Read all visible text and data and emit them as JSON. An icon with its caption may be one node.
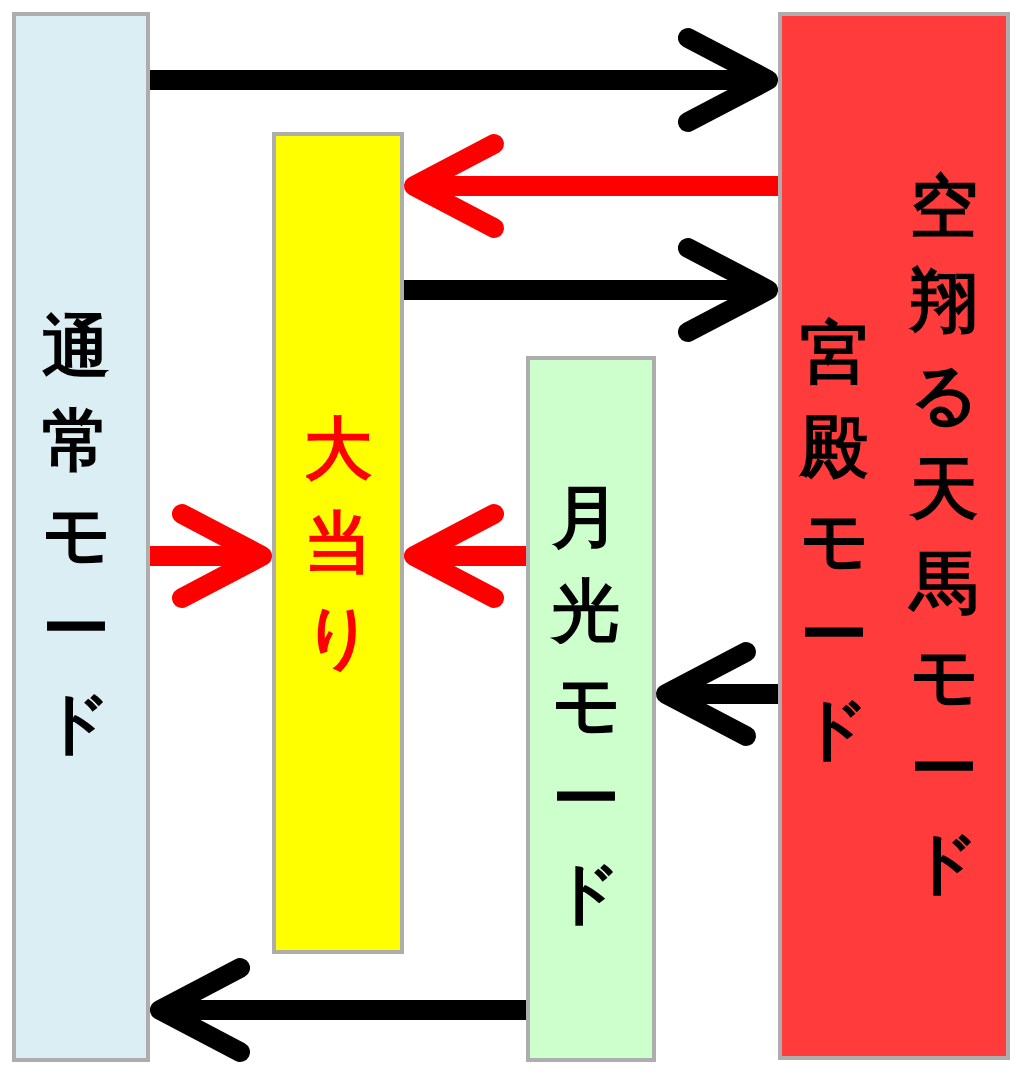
{
  "diagram": {
    "nodes": [
      {
        "text": [
          "通常モード"
        ]
      },
      {
        "text": [
          "大当り"
        ]
      },
      {
        "text": [
          "月光モード"
        ]
      },
      {
        "text": [
          "宮殿モード",
          "空翔る天馬モード"
        ]
      }
    ],
    "edges": [
      {
        "from": 0,
        "to": 3,
        "arrow": "to"
      },
      {
        "from": 3,
        "to": 1,
        "arrow": "to",
        "color": "#ff0000"
      },
      {
        "from": 1,
        "to": 3,
        "arrow": "to"
      },
      {
        "from": 0,
        "to": 1,
        "arrow": "to",
        "color": "#ff0000"
      },
      {
        "from": 2,
        "to": 1,
        "arrow": "to",
        "color": "#ff0000"
      },
      {
        "from": 3,
        "to": 2,
        "arrow": "to"
      },
      {
        "from": 2,
        "to": 0,
        "arrow": "to"
      }
    ]
  }
}
